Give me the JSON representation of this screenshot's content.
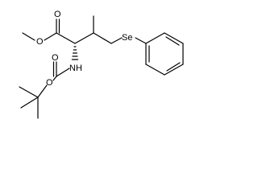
{
  "molecule": {
    "atom_labels": {
      "carbonyl_oxygen_top": "O",
      "ester_oxygen": "O",
      "selenium": "Se",
      "amide_nitrogen": "NH",
      "carbamate_oxygen_top": "O",
      "carbamate_oxygen_ring": "O"
    }
  }
}
